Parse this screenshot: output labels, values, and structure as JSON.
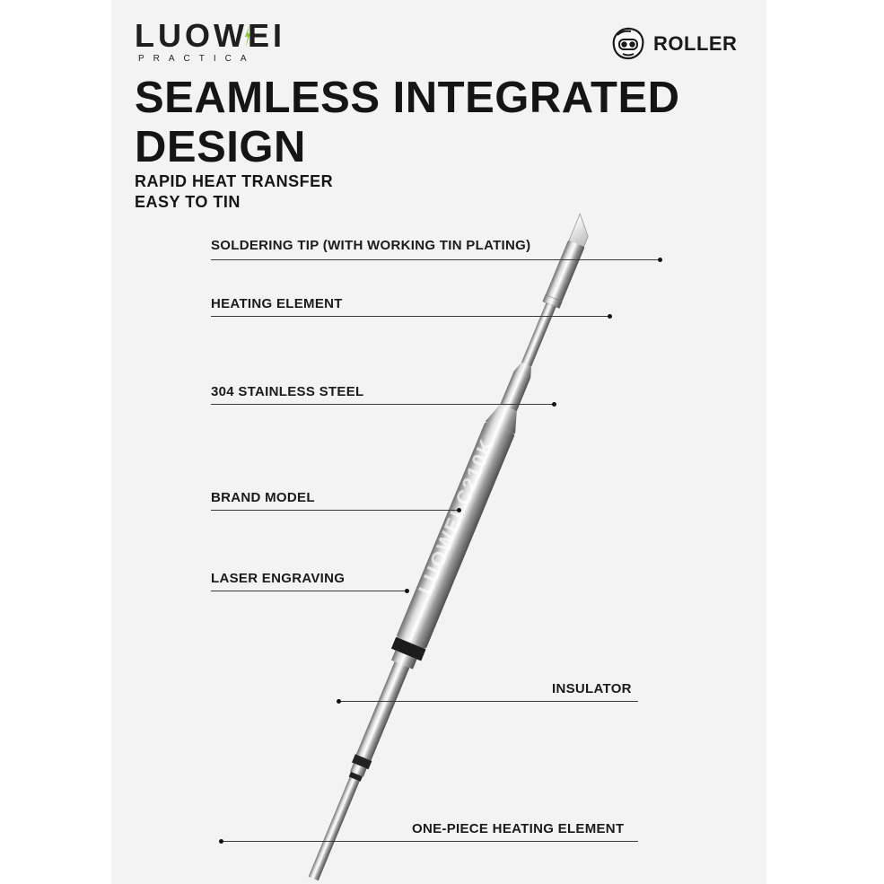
{
  "brand": {
    "name": "LUOWEI",
    "subtitle": "PRACTICA",
    "accent_color": "#8cc63f"
  },
  "partner": {
    "name": "ROLLER",
    "icon": "mascot-logo"
  },
  "headline": "SEAMLESS INTEGRATED DESIGN",
  "features": [
    "RAPID HEAT TRANSFER",
    "EASY TO TIN"
  ],
  "callouts": [
    "SOLDERING TIP (WITH WORKING TIN PLATING)",
    "HEATING ELEMENT",
    "304 STAINLESS STEEL",
    "BRAND MODEL",
    "LASER ENGRAVING",
    "INSULATOR",
    "ONE-PIECE HEATING ELEMENT"
  ]
}
